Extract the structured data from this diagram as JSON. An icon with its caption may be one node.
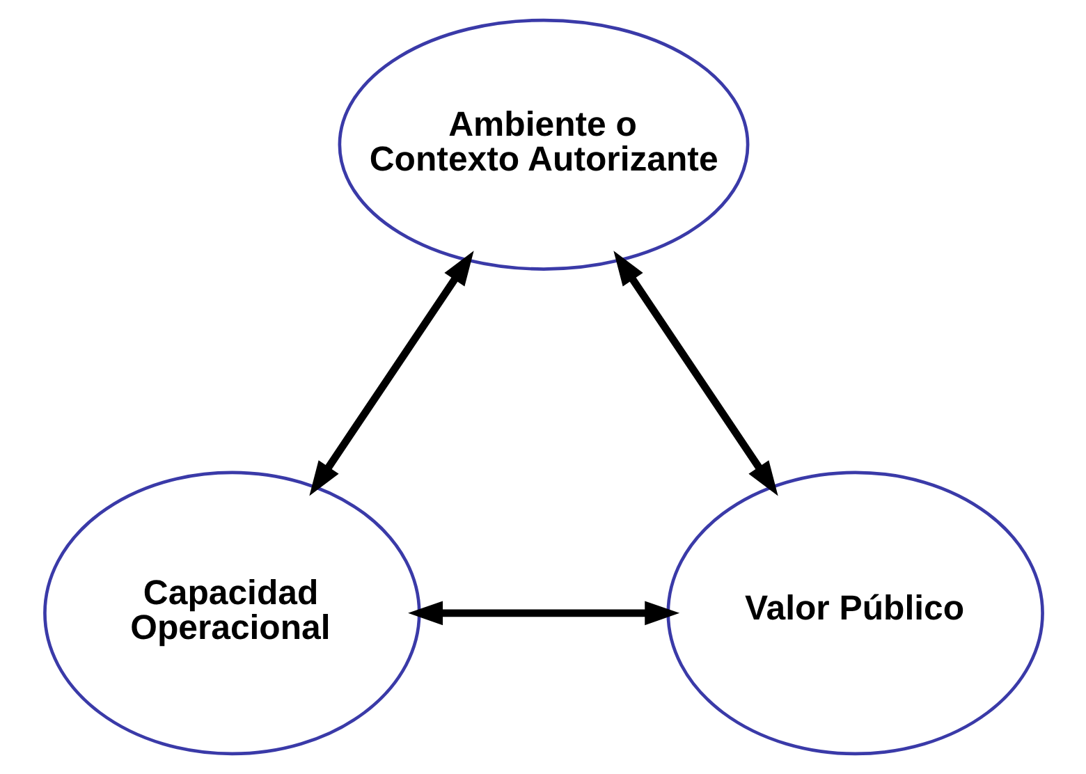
{
  "diagram": {
    "nodes": [
      {
        "text": [
          "Ambiente o Contexto Autorizante"
        ]
      },
      {
        "text": [
          "Capacidad Operacional"
        ]
      },
      {
        "text": [
          "Valor Público"
        ]
      }
    ],
    "edges": [
      {
        "from": 0,
        "to": 1,
        "arrow": "both"
      },
      {
        "from": 0,
        "to": 2,
        "arrow": "both"
      },
      {
        "from": 1,
        "to": 2,
        "arrow": "both"
      }
    ]
  }
}
